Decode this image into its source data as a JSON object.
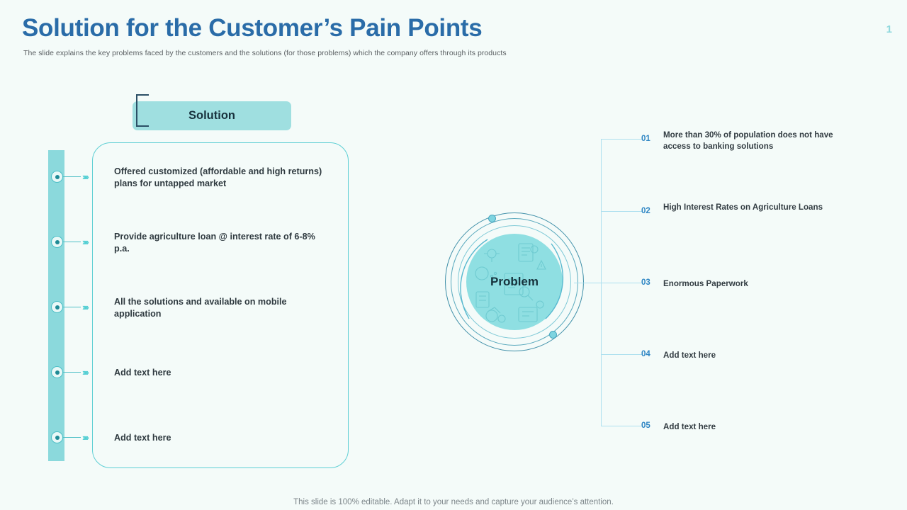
{
  "header": {
    "title": "Solution for the Customer’s Pain Points",
    "subtitle": "The slide explains the key problems faced by the customers and the solutions (for those problems) which the company offers through its products",
    "page_number": "1",
    "title_color": "#2a6ca8",
    "page_number_color": "#8fd8dd"
  },
  "solution": {
    "chip_label": "Solution",
    "chip_bg": "#9fdfe0",
    "accent_bar_color": "#8bd9dc",
    "panel_border_color": "#5ecfd4",
    "chevron_glyph": "››››",
    "items": [
      {
        "text": "Offered customized (affordable and high returns) plans for untapped market"
      },
      {
        "text": "Provide agriculture loan @ interest rate of 6-8% p.a."
      },
      {
        "text": "All the solutions and available on mobile application"
      },
      {
        "text": "Add text here"
      },
      {
        "text": "Add text here"
      }
    ]
  },
  "problem": {
    "label": "Problem",
    "circle_fill": "#8fdfe2",
    "ring_color": "#3f8fa8",
    "dot_color": "#7fd4e0",
    "spine_color": "#aee0ef",
    "number_color": "#2f86c4",
    "items": [
      {
        "num": "01",
        "text": "More than 30% of population does not have access to banking solutions"
      },
      {
        "num": "02",
        "text": "High Interest Rates on Agriculture Loans"
      },
      {
        "num": "03",
        "text": "Enormous Paperwork"
      },
      {
        "num": "04",
        "text": "Add text here"
      },
      {
        "num": "05",
        "text": "Add text here"
      }
    ]
  },
  "footer": {
    "note": "This slide is 100% editable. Adapt it to your needs and capture your audience’s attention."
  }
}
